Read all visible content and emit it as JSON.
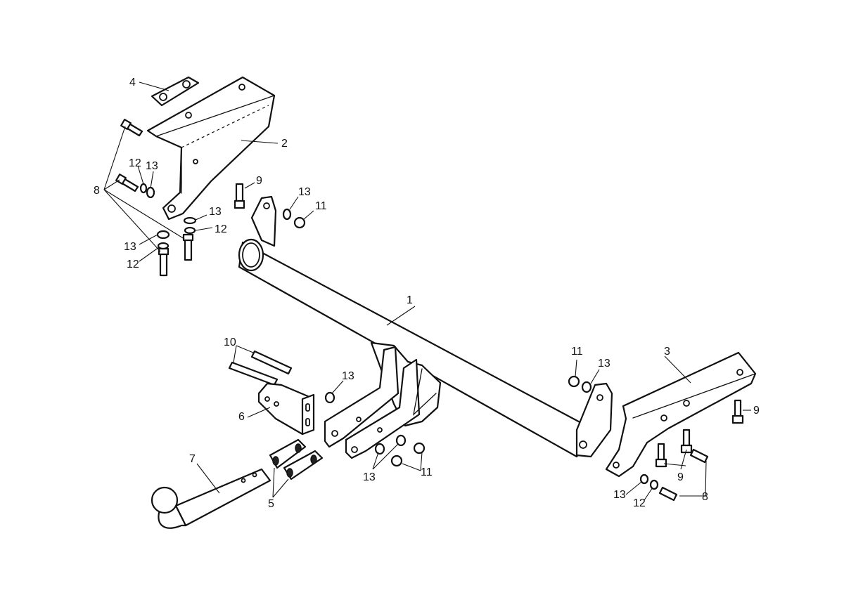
{
  "labels": {
    "l1": "1",
    "l2": "2",
    "l3": "3",
    "l4": "4",
    "l5": "5",
    "l6": "6",
    "l7": "7",
    "l8a": "8",
    "l8b": "8",
    "l9a": "9",
    "l9b": "9",
    "l9c": "9",
    "l10": "10",
    "l11a": "11",
    "l11b": "11",
    "l11c": "11",
    "l12a": "12",
    "l12b": "12",
    "l12c": "12",
    "l12d": "12",
    "l13a": "13",
    "l13b": "13",
    "l13c": "13",
    "l13d": "13",
    "l13e": "13",
    "l13f": "13",
    "l13g": "13",
    "l13h": "13"
  }
}
